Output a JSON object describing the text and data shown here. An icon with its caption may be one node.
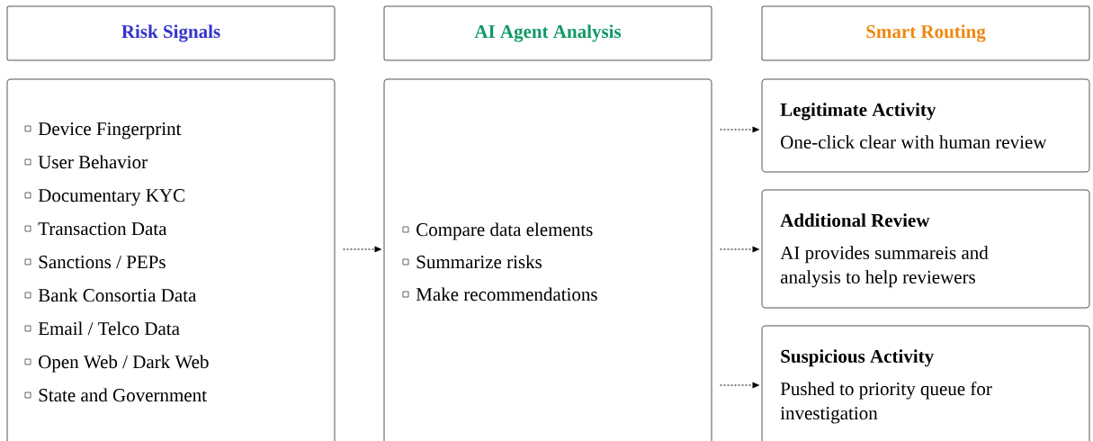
{
  "diagram": {
    "nodes": [
      {
        "text": [
          "Risk Signals"
        ]
      },
      {
        "text": [
          "AI Agent Analysis"
        ]
      },
      {
        "text": [
          "Smart Routing"
        ]
      },
      {
        "text": [
          "Device Fingerprint",
          "User Behavior",
          "Documentary KYC",
          "Transaction Data",
          "Sanctions / PEPs",
          "Bank Consortia Data",
          "Email / Telco Data",
          "Open Web / Dark Web",
          "State and Government"
        ]
      },
      {
        "text": [
          "Compare data elements",
          "Summarize risks",
          "Make recommendations"
        ]
      },
      {
        "text": [
          "Legitimate Activity",
          "One-click clear with human review"
        ]
      },
      {
        "text": [
          "Additional Review",
          "AI provides summareis and analysis to help reviewers"
        ]
      },
      {
        "text": [
          "Suspicious Activity",
          "Pushed to priority queue for investigation"
        ]
      }
    ],
    "edges": [
      {
        "from": 3,
        "to": 4,
        "arrow": "to"
      },
      {
        "from": 4,
        "to": 5,
        "arrow": "to"
      },
      {
        "from": 4,
        "to": 6,
        "arrow": "to"
      },
      {
        "from": 4,
        "to": 7,
        "arrow": "to"
      }
    ]
  }
}
